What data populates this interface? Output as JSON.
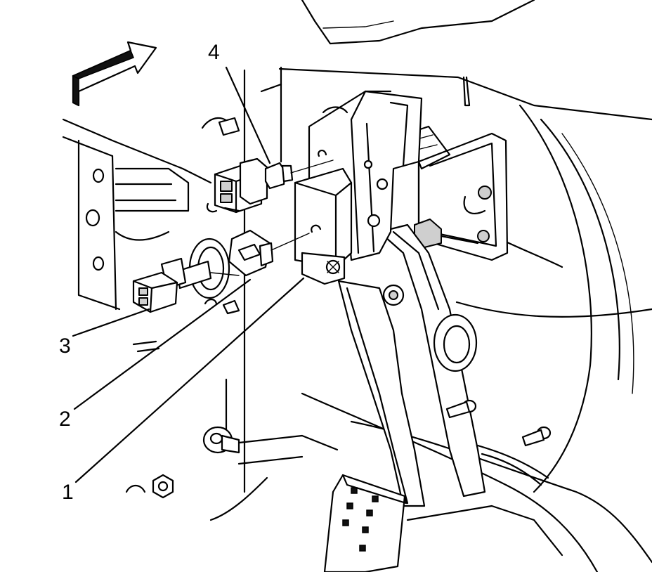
{
  "callouts": [
    {
      "id": 1,
      "label": "1"
    },
    {
      "id": 2,
      "label": "2"
    },
    {
      "id": 3,
      "label": "3"
    },
    {
      "id": 4,
      "label": "4"
    }
  ],
  "icons": {
    "direction": "forward-arrow-icon"
  },
  "colors": {
    "line": "#000000",
    "background": "#ffffff"
  }
}
